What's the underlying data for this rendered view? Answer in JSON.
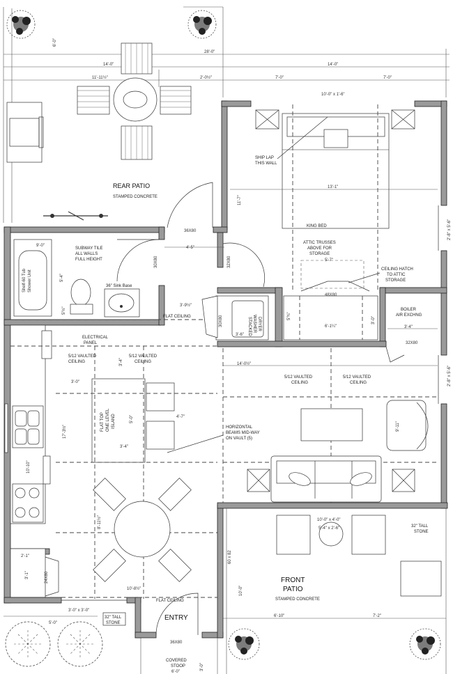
{
  "dims_top": {
    "d_6_0_left": "6'-0\"",
    "d_28_0": "28'-0\"",
    "d_14_0_left": "14'-0\"",
    "d_14_0_right": "14'-0\"",
    "d_11_11": "11'-11½\"",
    "d_2_0": "2'-0½\"",
    "d_7_0_a": "7'-0\"",
    "d_7_0_b": "7'-0\""
  },
  "rear_patio": {
    "title": "REAR PATIO",
    "sub": "STAMPED CONCRETE"
  },
  "bedroom": {
    "size": "10'-0\" x 1'-6\"",
    "shiplap_1": "SHIP LAP",
    "shiplap_2": "THIS WALL",
    "width": "13'-1\"",
    "height": "11'-7\"",
    "bed": "KING BED",
    "attic_1": "ATTIC TRUSSES",
    "attic_2": "ABOVE FOR",
    "attic_3": "STORAGE",
    "attic_dim": "5'-7\"",
    "hatch_1": "CEILING HATCH",
    "hatch_2": "TO ATTIC",
    "hatch_3": "STORAGE",
    "window": "2'-8\" x 5'-6\""
  },
  "bath": {
    "d_9_0": "9'-0\"",
    "d_5_4": "5'-4\"",
    "d_5_5": "5'½\"",
    "tub_1": "Shelf-60 Tub",
    "tub_2": "Shower Unit",
    "tile_1": "SUBWAY TILE",
    "tile_2": "ALL WALLS",
    "tile_3": "FULL HEIGHT",
    "sink": "36\" Sink Base",
    "door_top": "36X80",
    "d_4_5": "4'-5\"",
    "door_left": "30X80",
    "door_right": "32X80",
    "d_3_9": "3'-9½\"",
    "flat_ceiling": "FLAT CEILING"
  },
  "laundry": {
    "stacked_1": "STACKED",
    "stacked_2": "WASHER",
    "stacked_3": "DRYER",
    "d_3_6": "3'-6\"",
    "door": "30X80",
    "closet": "48X80",
    "d_6_1": "6'-1¼\"",
    "d_5_3": "5'¾\"",
    "d_3_0": "3'-0\""
  },
  "boiler": {
    "t1": "BOILER",
    "t2": "AIR EXCHNG",
    "dim": "3'-4\"",
    "door": "32X80"
  },
  "kitchen": {
    "electrical_1": "ELECTRICAL",
    "electrical_2": "PANEL",
    "vault_1": "5/12 VAULTED",
    "vault_2": "CEILING",
    "d_3_4": "3'-4\"",
    "d_3_0": "3'-0\"",
    "island_1": "FLAT TOP",
    "island_2": "ONE LEVEL",
    "island_3": "ISLAND",
    "d_5_0": "5'-0\"",
    "d_4_7": "4'-7\"",
    "d_3_4b": "3'-4\"",
    "d_17_3": "17'-3½\"",
    "d_10_10": "10'-10\"",
    "d_8_11": "8'-11½\"",
    "d_10_8": "10'-8½\"",
    "d_2_1": "2'-1\"",
    "d_3_1": "3'-1\"",
    "pantry_door": "24X80",
    "flat_ceiling": "FLAT CEILING"
  },
  "living": {
    "d_14_0": "14'-0½\"",
    "vault_1": "5/12 VAULTED",
    "vault_2": "CEILING",
    "beams_1": "HORIZONTAL",
    "beams_2": "BEAMS MID-WAY",
    "beams_3": "ON VAULT (5)",
    "d_9_11": "9'-11\"",
    "window": "2'-8\" x 5'-6\""
  },
  "front": {
    "table": "10'-0\" x 4'-0\"",
    "table2": "5'-4\" x 2'-6\"",
    "stone_1": "32\" TALL",
    "stone_2": "STONE",
    "title_1": "FRONT",
    "title_2": "PATIO",
    "sub": "STAMPED CONCRETE",
    "d_60x82": "60 x 82",
    "d_10_0": "10'-0\"",
    "d_6_10": "6'-10\"",
    "d_7_2": "7'-2\""
  },
  "entry": {
    "title": "ENTRY",
    "window": "3'-0\" x 3'-0\"",
    "stone_1": "32\" TALL",
    "stone_2": "STONE",
    "d_5_0": "5'-0\"",
    "door": "36X80",
    "stoop_1": "COVERED",
    "stoop_2": "STOOP",
    "stoop_dim": "6'-0\"",
    "d_3_0": "3'-0\""
  }
}
